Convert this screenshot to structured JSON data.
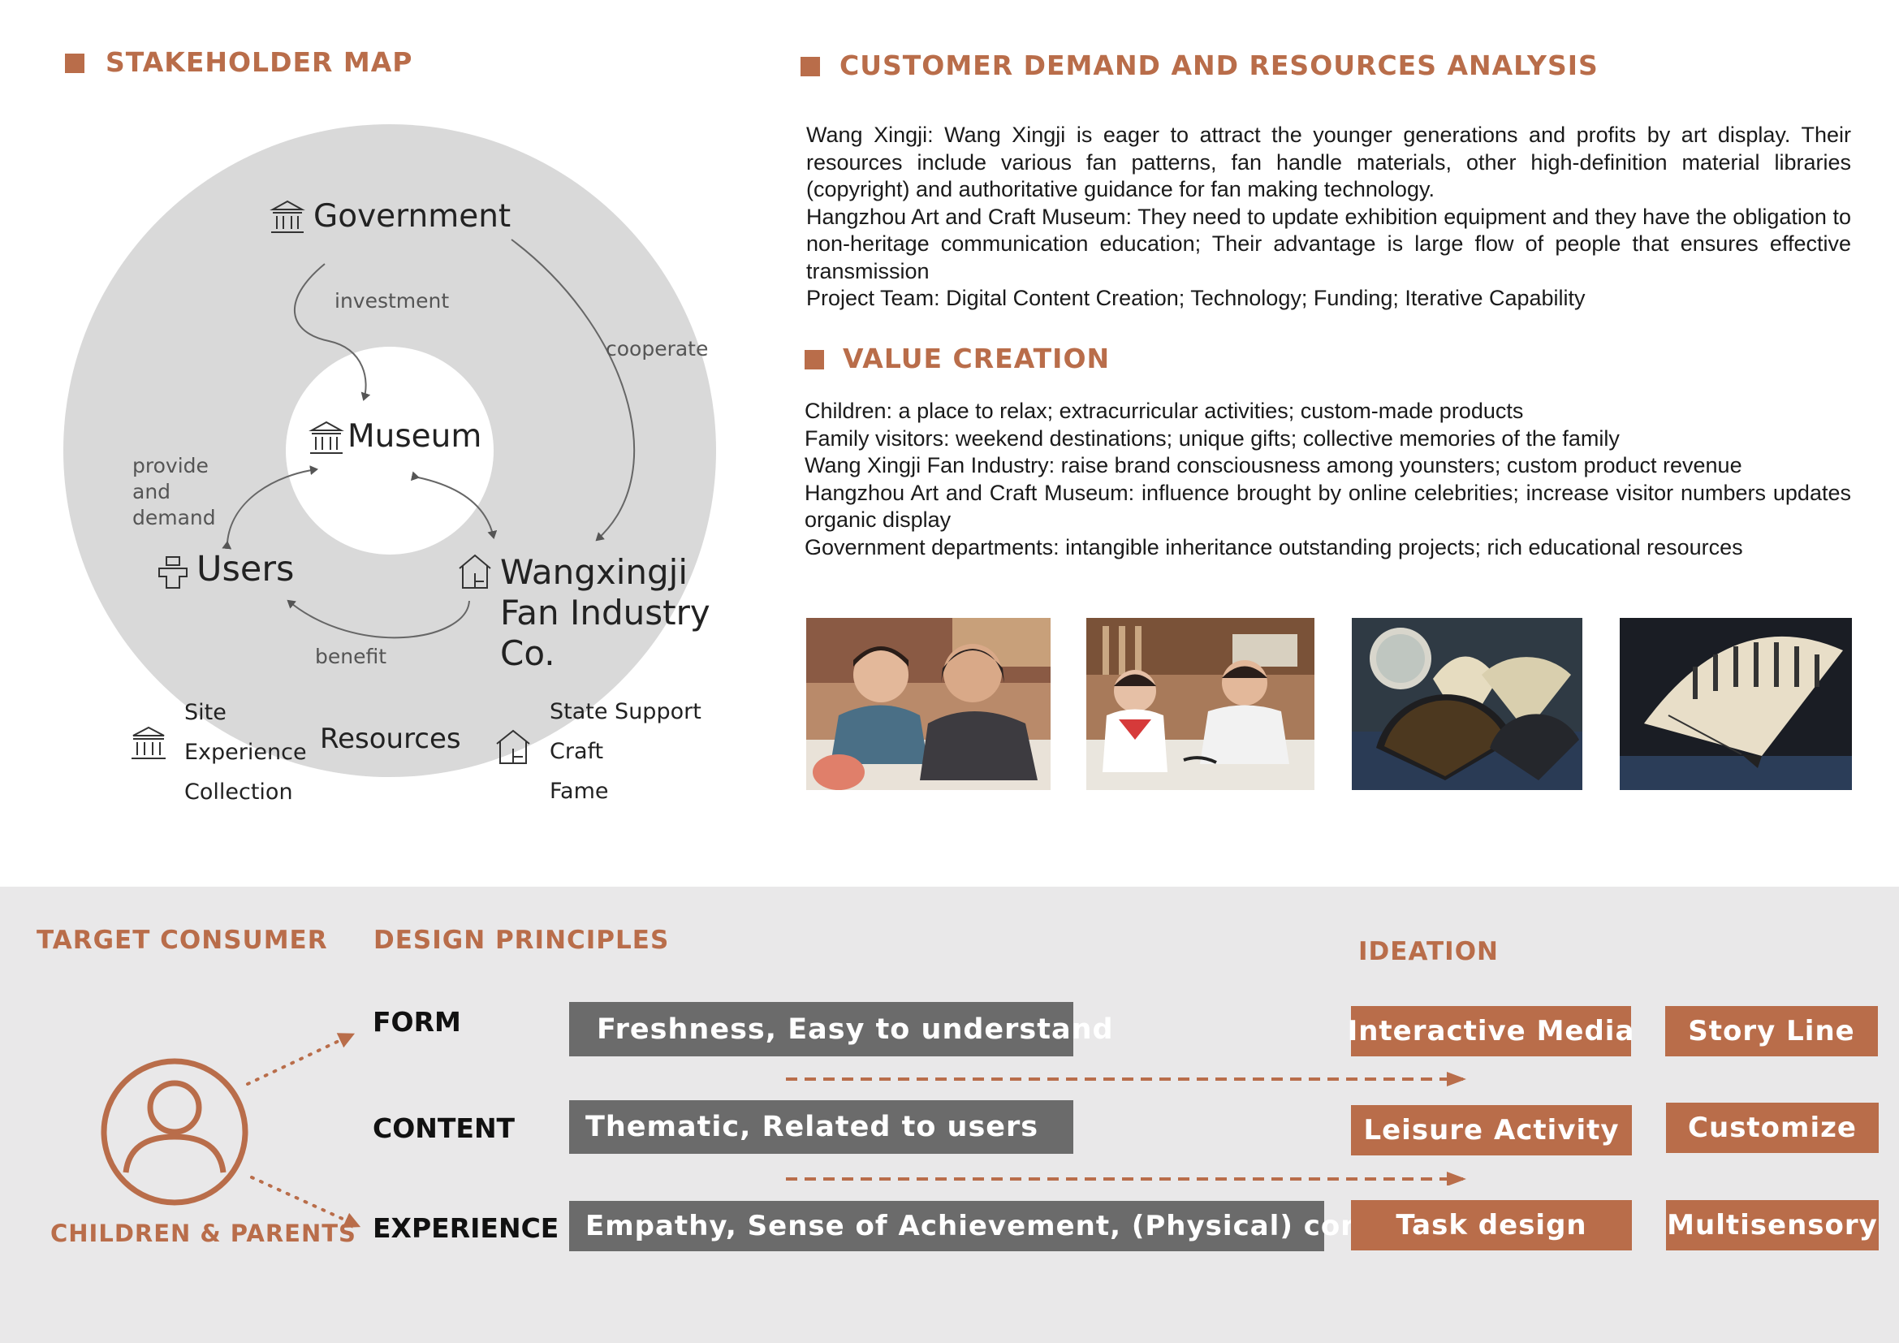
{
  "colors": {
    "accent": "#b96d4a",
    "panel": "#e9e8e9",
    "box_gray": "#6b6b6b",
    "ring": "#d9d9d9"
  },
  "stakeholder": {
    "title": "STAKEHOLDER MAP",
    "nodes": {
      "government": "Government",
      "museum": "Museum",
      "users": "Users",
      "fan_line1": "Wangxingji",
      "fan_line2": "Fan Industry",
      "fan_line3": "Co."
    },
    "edges": {
      "investment": "investment",
      "cooperate": "cooperate",
      "provide_line1": "provide",
      "provide_line2": "and",
      "provide_line3": "demand",
      "benefit": "benefit"
    },
    "resources": {
      "label": "Resources",
      "museum_items": [
        "Site",
        "Experience",
        "Collection"
      ],
      "fan_items": [
        "State Support",
        "Craft",
        "Fame"
      ]
    }
  },
  "demand": {
    "title": "CUSTOMER DEMAND AND RESOURCES ANALYSIS",
    "lines": [
      "Wang Xingji: Wang Xingji is eager to attract the younger generations and profits by art display. Their resources include various fan patterns, fan handle materials, other high-definition material libraries (copyright) and authoritative guidance for fan making technology.",
      "Hangzhou Art and Craft Museum: They need to update exhibition equipment and they have the obligation to non-heritage communication education; Their advantage is large flow of people that ensures effective transmission",
      "Project Team: Digital Content Creation; Technology; Funding; Iterative Capability"
    ]
  },
  "value": {
    "title": "VALUE CREATION",
    "lines": [
      "Children: a place to relax; extracurricular activities; custom-made products",
      "Family visitors: weekend destinations; unique gifts; collective memories of the family",
      "Wang Xingji Fan Industry: raise brand consciousness among younsters; custom product revenue",
      "Hangzhou Art and Craft Museum: influence brought by online celebrities; increase visitor numbers updates organic display",
      "Government departments: intangible inheritance outstanding projects; rich educational resources"
    ]
  },
  "bottom": {
    "target_title": "TARGET CONSUMER",
    "target_label": "CHILDREN & PARENTS",
    "principles_title": "DESIGN PRINCIPLES",
    "ideation_title": "IDEATION",
    "rows": [
      {
        "label": "FORM",
        "principle": "Freshness, Easy to understand",
        "idea1": "Interactive Media",
        "idea2": "Story Line"
      },
      {
        "label": "CONTENT",
        "principle": "Thematic, Related to users",
        "idea1": "Leisure Activity",
        "idea2": "Customize"
      },
      {
        "label": "EXPERIENCE",
        "principle": "Empathy, Sense of Achievement, (Physical) comfort",
        "idea1": "Task design",
        "idea2": "Multisensory"
      }
    ]
  }
}
